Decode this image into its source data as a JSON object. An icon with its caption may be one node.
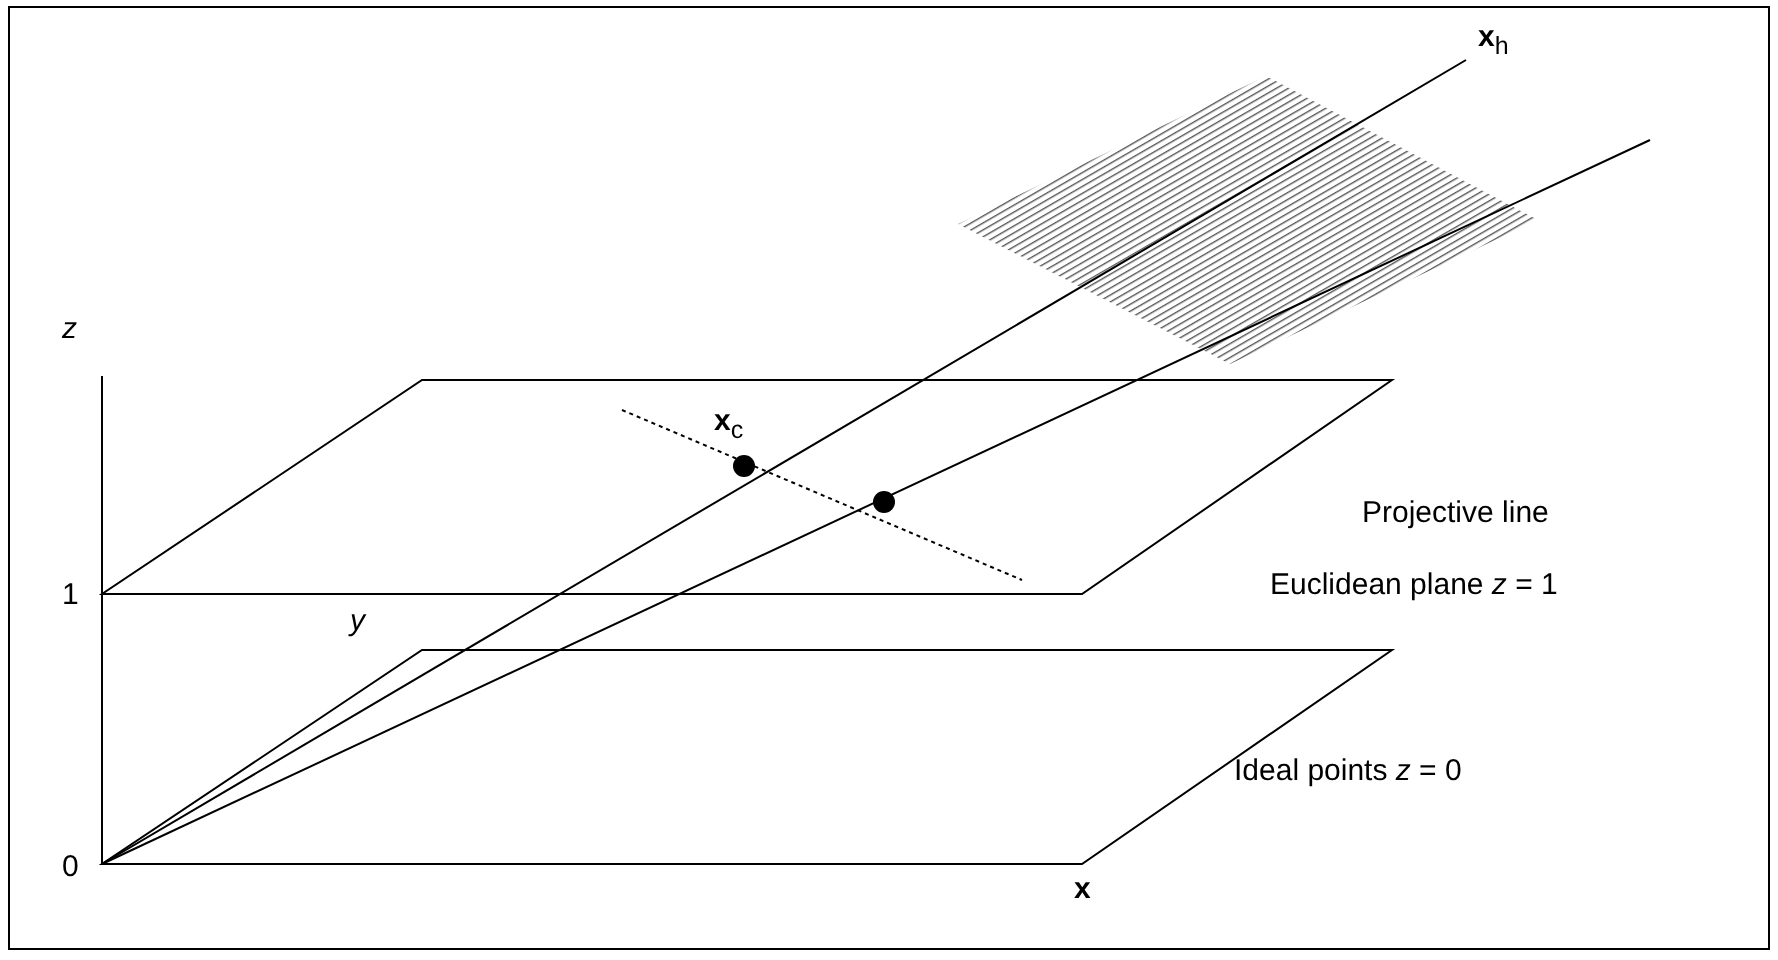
{
  "diagram": {
    "labels": [
      "**x**$_{h}$",
      "Projective line",
      "*z*",
      "**x**$_{c}$",
      "Euclidean plane *z* = 1",
      "1",
      "*y*",
      "Ideal points *z* = 0",
      "0",
      "**x**"
    ]
  }
}
